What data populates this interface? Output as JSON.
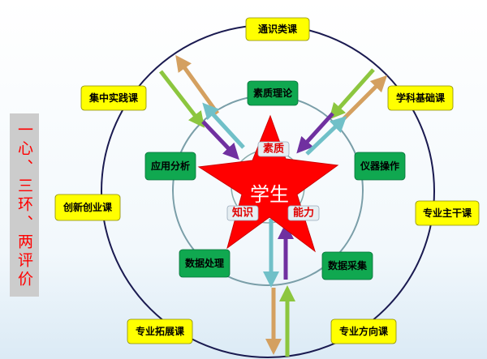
{
  "side_label": "一心、三环、两评价",
  "center": "学生",
  "star_tags": [
    "素质",
    "知识",
    "能力"
  ],
  "outer_courses": [
    "通识类课",
    "学科基础课",
    "专业主干课",
    "专业方向课",
    "专业拓展课",
    "创新创业课",
    "集中实践课"
  ],
  "middle_skills": [
    "素质理论",
    "仪器操作",
    "数据采集",
    "数据处理",
    "应用分析"
  ],
  "colors": {
    "outer_box": "#ffff00",
    "middle_box": "#10a850",
    "star": "#ff0000",
    "arrow_tan": "#d4a060",
    "arrow_green": "#8cc63f",
    "arrow_purple": "#7030a0",
    "arrow_teal": "#70c0c8"
  }
}
